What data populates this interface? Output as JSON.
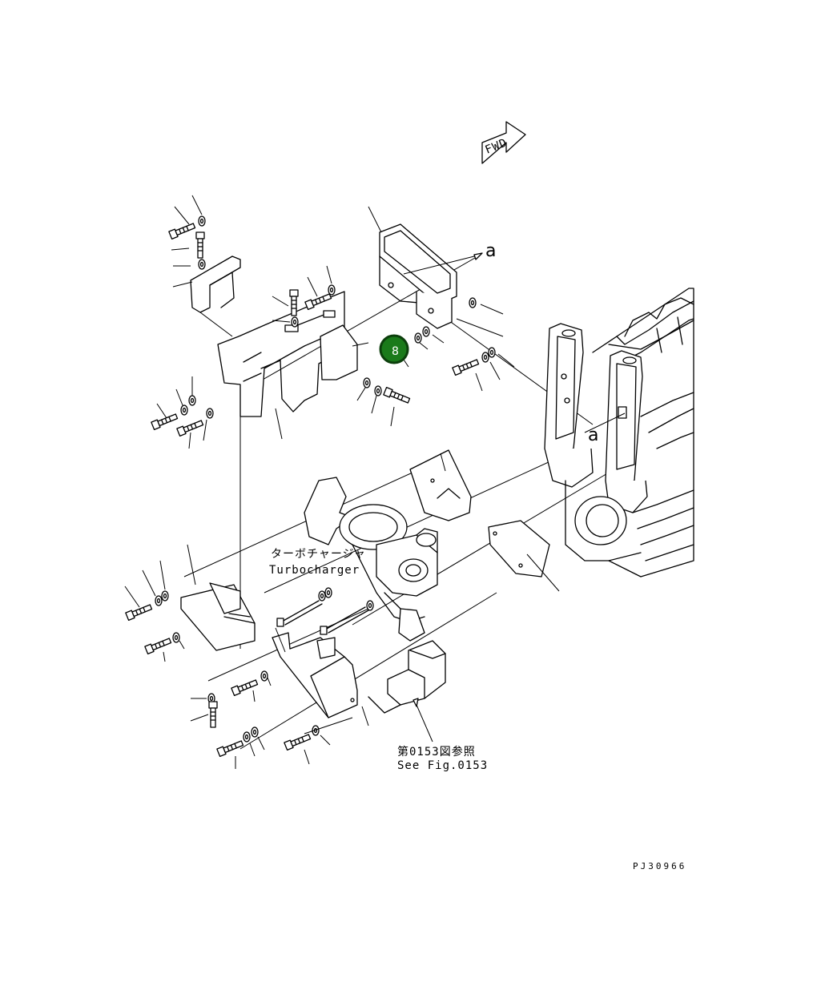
{
  "direction_arrow": {
    "label": "FWD"
  },
  "reference_letter": "a",
  "callout": {
    "number": "8",
    "color": "#1a7a1a",
    "border": "#0c3f0c",
    "text_color": "#ffffff"
  },
  "component_label": {
    "jp": "ターボチャージャ",
    "en": "Turbocharger"
  },
  "reference_note": {
    "jp": "第0153図参照",
    "en": "See Fig.0153"
  },
  "drawing_number": "PJ30966"
}
